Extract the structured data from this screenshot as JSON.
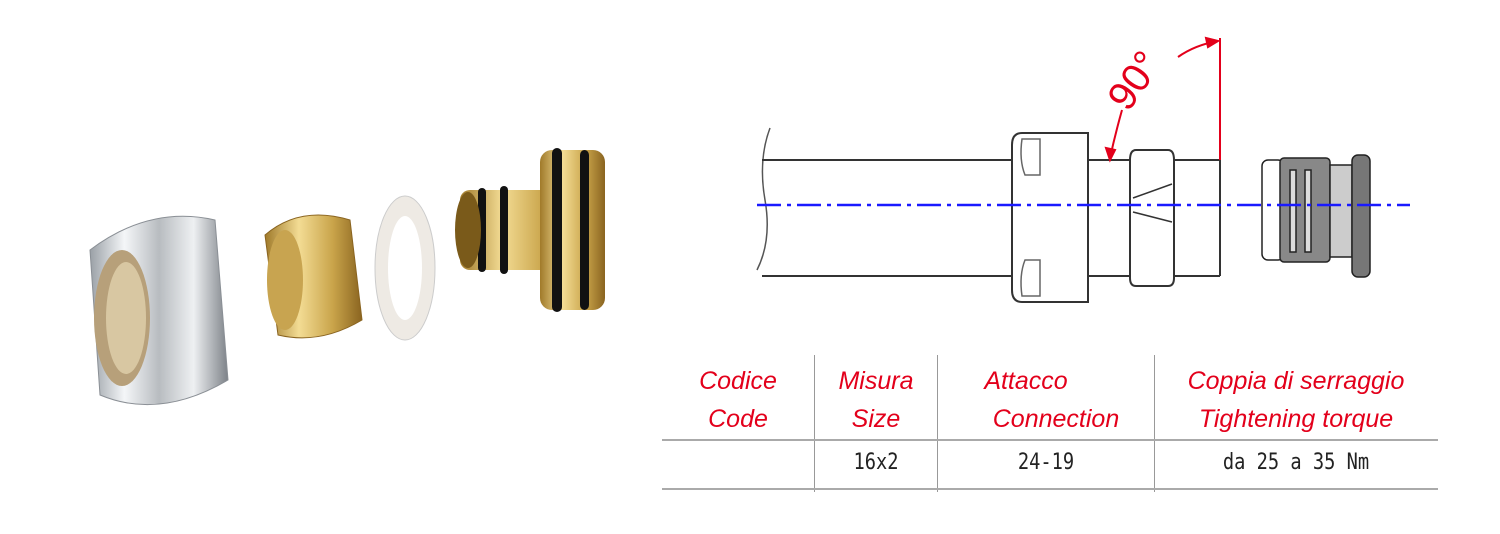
{
  "drawing": {
    "angle_label": "90°",
    "colors": {
      "dimension": "#e3001b",
      "centerline": "#1a1aff",
      "outline": "#333333"
    }
  },
  "table": {
    "headers": [
      {
        "it": "Codice",
        "en": "Code"
      },
      {
        "it": "Misura",
        "en": "Size"
      },
      {
        "it": "Attacco",
        "en": "Connection"
      },
      {
        "it": "Coppia di serraggio",
        "en": "Tightening torque"
      }
    ],
    "rows": [
      [
        "",
        "16x2",
        "24-19",
        "da 25 a 35 Nm"
      ]
    ]
  }
}
